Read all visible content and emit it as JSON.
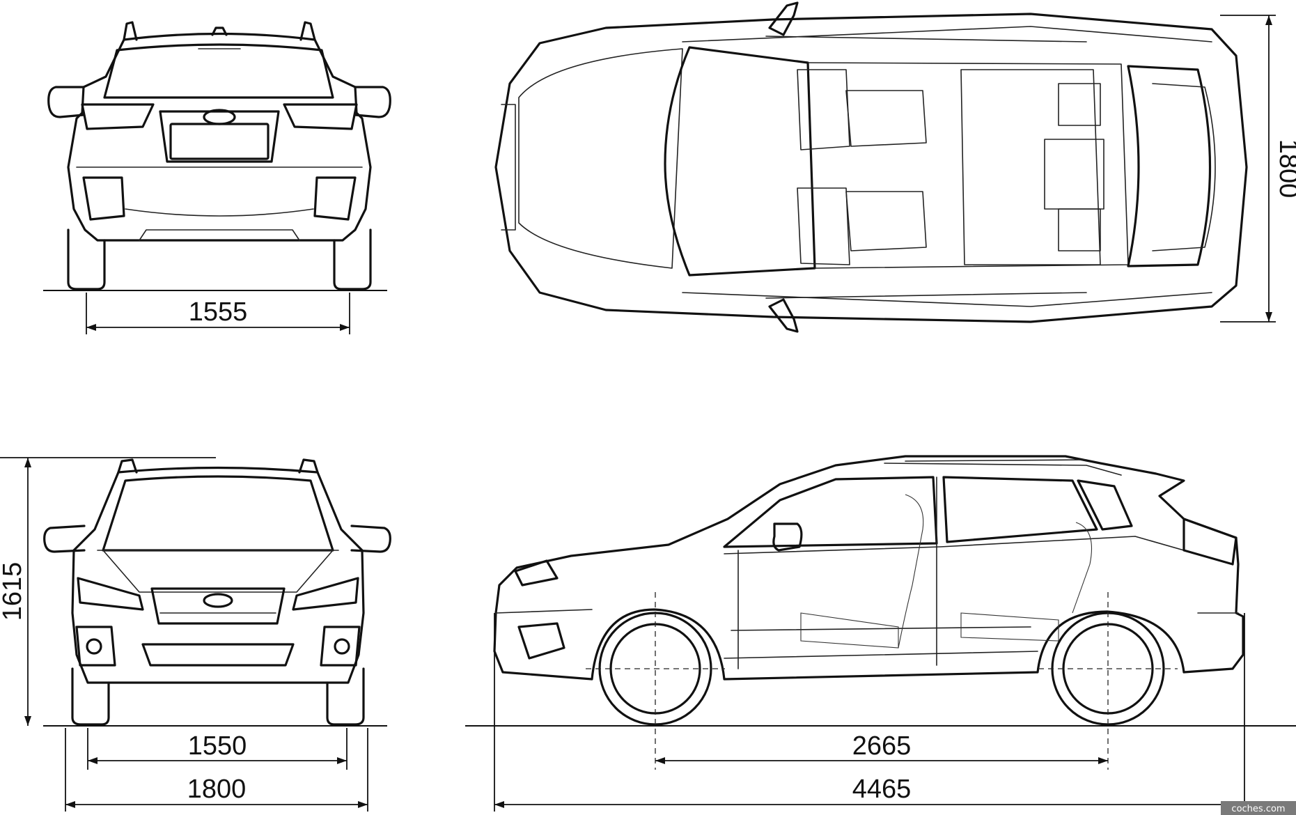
{
  "dimensions": {
    "rear_track": "1555",
    "overall_width_top": "1800",
    "overall_height": "1615",
    "front_track": "1550",
    "overall_width_front": "1800",
    "wheelbase": "2665",
    "overall_length": "4465"
  },
  "watermark": "coches.com"
}
